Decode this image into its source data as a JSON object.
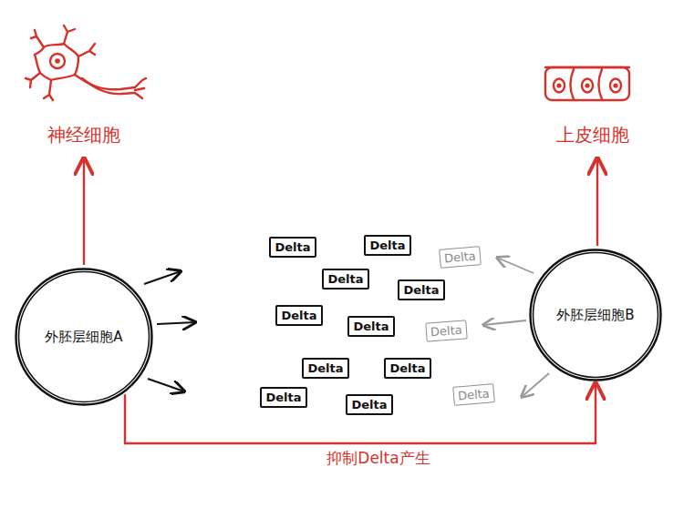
{
  "diagram": {
    "nodes": [
      {
        "text": [
          "外胚层细胞A"
        ]
      },
      {
        "text": [
          "外胚层细胞B"
        ]
      },
      {
        "text": [
          "Delta"
        ]
      },
      {
        "text": [
          "Delta"
        ]
      },
      {
        "text": [
          "Delta"
        ]
      },
      {
        "text": [
          "Delta"
        ]
      },
      {
        "text": [
          "Delta"
        ]
      },
      {
        "text": [
          "Delta"
        ]
      },
      {
        "text": [
          "Delta"
        ]
      },
      {
        "text": [
          "Delta"
        ]
      },
      {
        "text": [
          "Delta"
        ]
      },
      {
        "text": [
          "Delta"
        ]
      },
      {
        "text": [
          "Delta"
        ]
      },
      {
        "text": [
          "Delta"
        ]
      },
      {
        "text": [
          "Delta"
        ]
      }
    ],
    "edges": [
      {
        "from": 0,
        "to": 1,
        "arrow": "to",
        "label": "抑制Delta产生"
      }
    ],
    "labels": [
      "神经细胞",
      "上皮细胞"
    ]
  }
}
